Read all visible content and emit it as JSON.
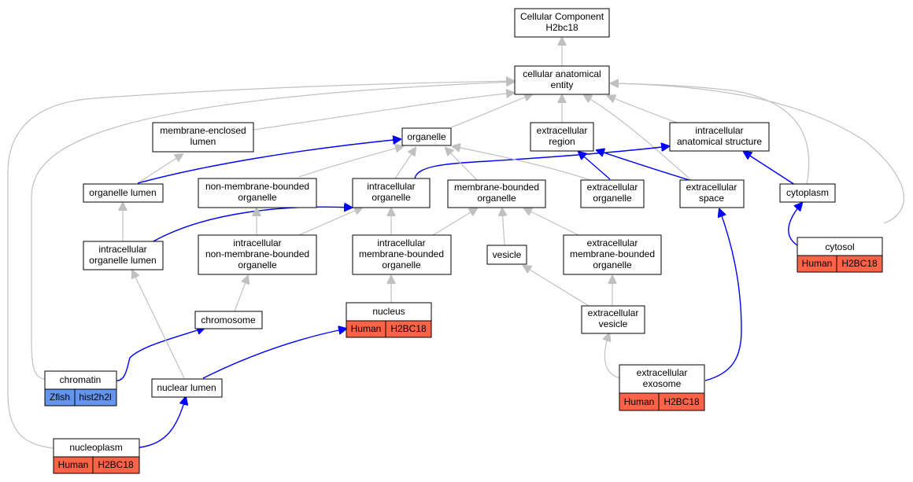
{
  "colors": {
    "human": "#ff6347",
    "zfish": "#6495ed",
    "edge_is_a": "#c0c0c0",
    "edge_part_of": "#0000ff"
  },
  "nodes": {
    "cellular_component": [
      "Cellular Component",
      "H2bc18"
    ],
    "cellular_anatomical_entity": [
      "cellular anatomical",
      "entity"
    ],
    "membrane_enclosed_lumen": [
      "membrane-enclosed",
      "lumen"
    ],
    "organelle": [
      "organelle"
    ],
    "extracellular_region": [
      "extracellular",
      "region"
    ],
    "intracellular_anatomical_structure": [
      "intracellular",
      "anatomical structure"
    ],
    "organelle_lumen": [
      "organelle lumen"
    ],
    "non_membrane_bounded_organelle": [
      "non-membrane-bounded",
      "organelle"
    ],
    "intracellular_organelle": [
      "intracellular",
      "organelle"
    ],
    "membrane_bounded_organelle": [
      "membrane-bounded",
      "organelle"
    ],
    "extracellular_organelle": [
      "extracellular",
      "organelle"
    ],
    "extracellular_space": [
      "extracellular",
      "space"
    ],
    "cytoplasm": [
      "cytoplasm"
    ],
    "intracellular_organelle_lumen": [
      "intracellular",
      "organelle lumen"
    ],
    "intracellular_non_membrane_bounded_organelle": [
      "intracellular",
      "non-membrane-bounded",
      "organelle"
    ],
    "intracellular_membrane_bounded_organelle": [
      "intracellular",
      "membrane-bounded",
      "organelle"
    ],
    "vesicle": [
      "vesicle"
    ],
    "extracellular_membrane_bounded_organelle": [
      "extracellular",
      "membrane-bounded",
      "organelle"
    ],
    "cytosol": [
      "cytosol"
    ],
    "nucleus": [
      "nucleus"
    ],
    "chromosome": [
      "chromosome"
    ],
    "extracellular_vesicle": [
      "extracellular",
      "vesicle"
    ],
    "chromatin": [
      "chromatin"
    ],
    "nuclear_lumen": [
      "nuclear lumen"
    ],
    "extracellular_exosome": [
      "extracellular",
      "exosome"
    ],
    "nucleoplasm": [
      "nucleoplasm"
    ]
  },
  "annotations": {
    "cytosol": {
      "species": "Human",
      "gene": "H2BC18"
    },
    "nucleus": {
      "species": "Human",
      "gene": "H2BC18"
    },
    "chromatin": {
      "species": "Zfish",
      "gene": "hist2h2l"
    },
    "extracellular_exosome": {
      "species": "Human",
      "gene": "H2BC18"
    },
    "nucleoplasm": {
      "species": "Human",
      "gene": "H2BC18"
    }
  }
}
